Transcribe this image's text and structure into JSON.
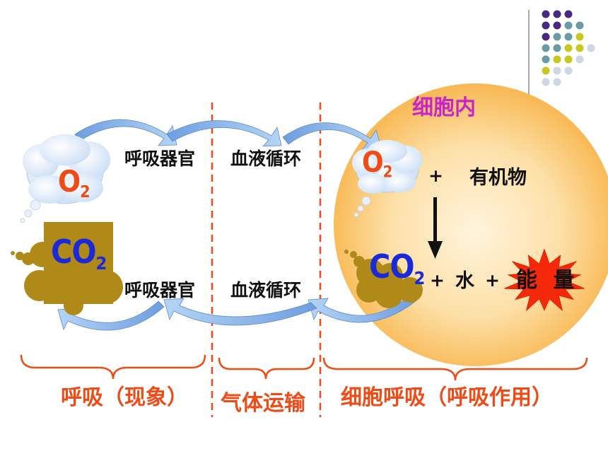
{
  "colors": {
    "cell_fill": "#fbd58a",
    "arrow": "#7aa8e8",
    "divider": "#f04a16",
    "brace": "#f04a16",
    "bottom_label": "#f04a16",
    "o2": "#f04a16",
    "co2": "#1a2ad8",
    "cell_title": "#c824c8",
    "tissue": "#b08a18",
    "burst": "#f5280a"
  },
  "decoration": {
    "dot_grid": {
      "rows": [
        [
          "#4a2780",
          "#4a2780",
          "#4a2780"
        ],
        [
          "#4a2780",
          "#4a2780",
          "#6a9aa4",
          "#6a9aa4"
        ],
        [
          "#4a2780",
          "#6a9aa4",
          "#6a9aa4",
          "#c8c81c"
        ],
        [
          "#6a9aa4",
          "#6a9aa4",
          "#c8c81c",
          "#c8c81c",
          "#cfd5e3"
        ],
        [
          "#6a9aa4",
          "#c8c81c",
          "#c8c81c",
          "#cfd5e3"
        ],
        [
          "#c8c81c",
          "#cfd5e3",
          "#cfd5e3"
        ],
        [
          "#cfd5e3",
          "#cfd5e3"
        ]
      ]
    }
  },
  "diagram": {
    "cell_title": "细胞内",
    "top_row": {
      "left_label": "呼吸器官",
      "mid_label": "血液循环"
    },
    "bottom_row": {
      "left_label": "呼吸器官",
      "mid_label": "血液循环"
    },
    "outside_o2": {
      "main": "O",
      "sub": "2"
    },
    "outside_co2": {
      "main": "CO",
      "sub": "2"
    },
    "cell_o2": {
      "main": "O",
      "sub": "2"
    },
    "cell_co2": {
      "main": "CO",
      "sub": "2"
    },
    "reaction": {
      "plus1": "+",
      "reactant": "有机物",
      "plus2": "+",
      "water": "水",
      "plus3": "+",
      "energy": "能 量"
    },
    "sections": [
      {
        "label": "呼吸（现象）"
      },
      {
        "label": "气体运输"
      },
      {
        "label": "细胞呼吸（呼吸作用）"
      }
    ]
  }
}
